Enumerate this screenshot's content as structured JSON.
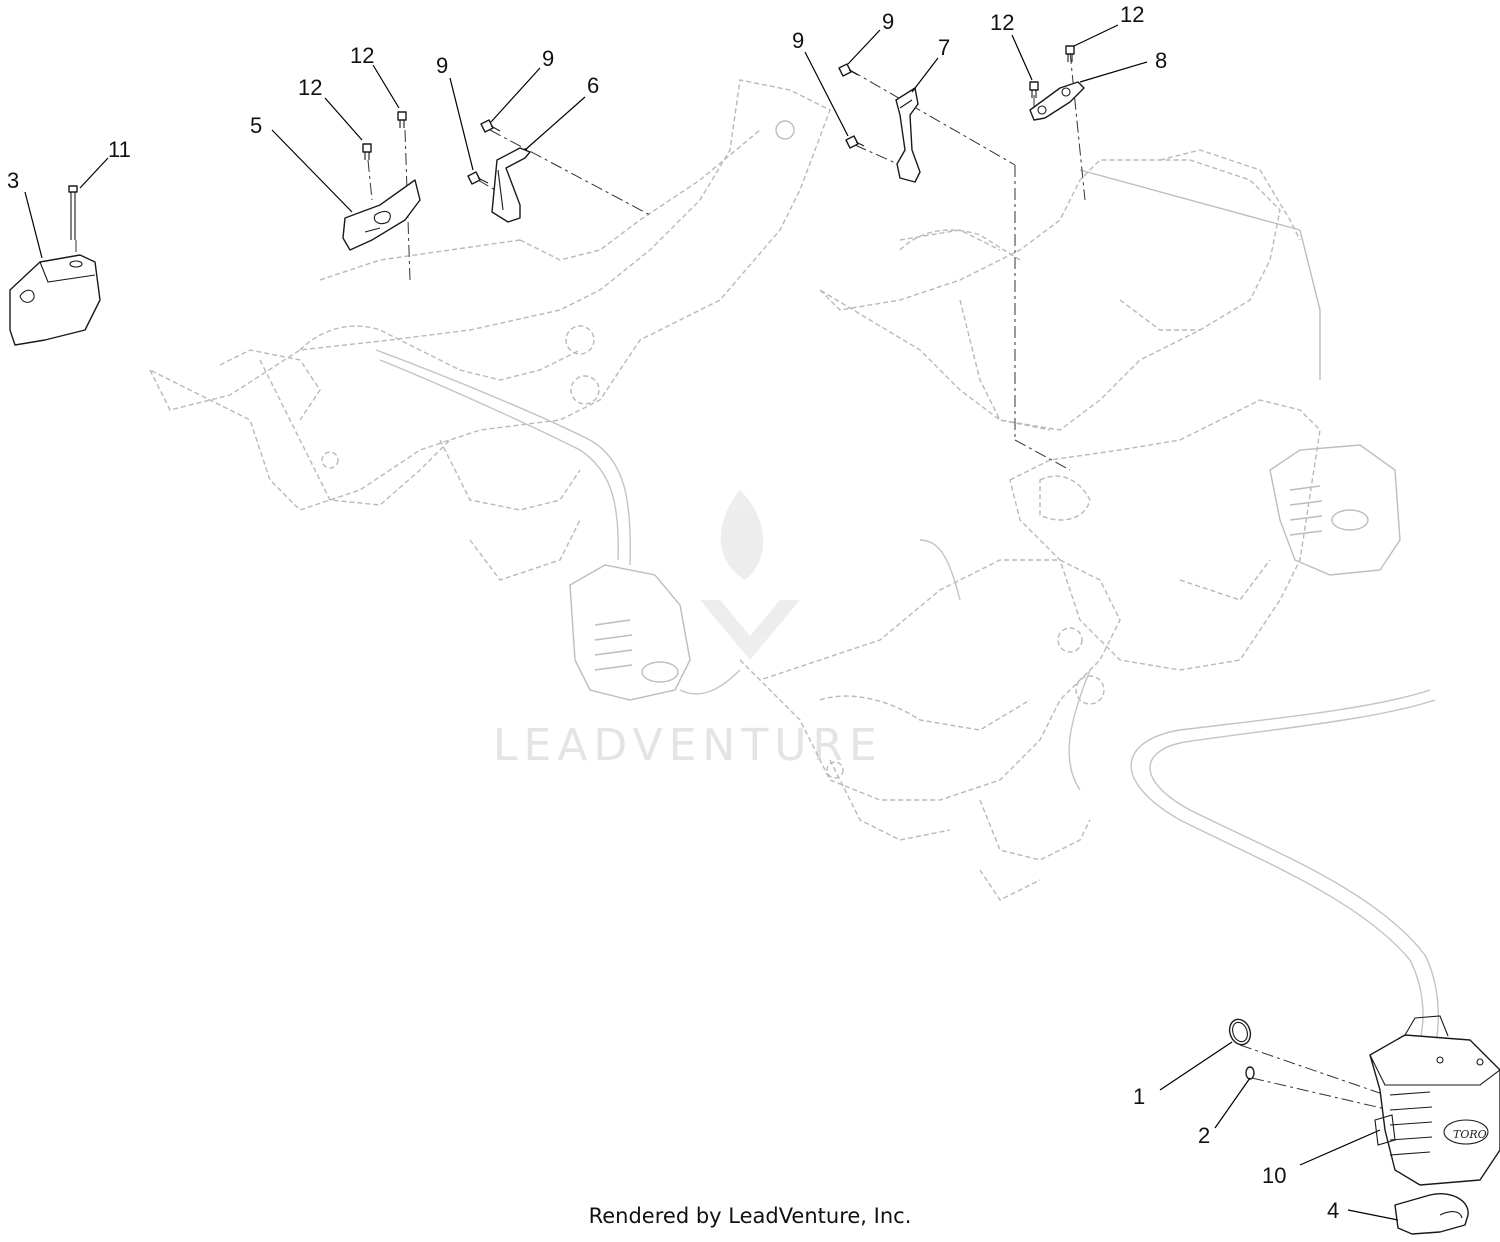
{
  "callouts": [
    {
      "id": "c3",
      "text": "3"
    },
    {
      "id": "c11",
      "text": "11"
    },
    {
      "id": "c5",
      "text": "5"
    },
    {
      "id": "c12a",
      "text": "12"
    },
    {
      "id": "c12b",
      "text": "12"
    },
    {
      "id": "c9a",
      "text": "9"
    },
    {
      "id": "c9b",
      "text": "9"
    },
    {
      "id": "c6",
      "text": "6"
    },
    {
      "id": "c9c",
      "text": "9"
    },
    {
      "id": "c9d",
      "text": "9"
    },
    {
      "id": "c7",
      "text": "7"
    },
    {
      "id": "c12c",
      "text": "12"
    },
    {
      "id": "c12d",
      "text": "12"
    },
    {
      "id": "c8",
      "text": "8"
    },
    {
      "id": "c1",
      "text": "1"
    },
    {
      "id": "c2",
      "text": "2"
    },
    {
      "id": "c10",
      "text": "10"
    },
    {
      "id": "c4",
      "text": "4"
    }
  ],
  "watermark": "LEADVENTURE",
  "footer": "Rendered by LeadVenture, Inc.",
  "motor_brand": "TORO",
  "colors": {
    "line": "#1a1a1a",
    "ghost": "#b9b9b9",
    "watermark": "#e4e4e4"
  }
}
